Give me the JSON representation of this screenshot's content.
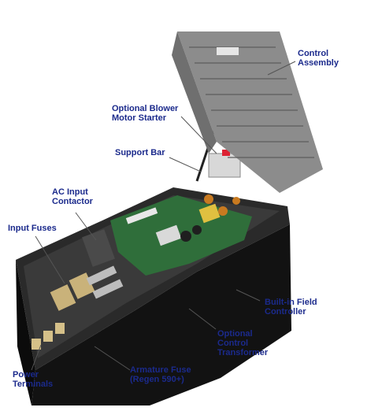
{
  "labels": {
    "control_assembly": [
      "Control",
      "Assembly"
    ],
    "optional_blower_motor_starter": [
      "Optional Blower",
      "Motor Starter"
    ],
    "support_bar": [
      "Support Bar"
    ],
    "ac_input_contactor": [
      "AC Input",
      "Contactor"
    ],
    "input_fuses": [
      "Input Fuses"
    ],
    "built_in_field_controller": [
      "Built-in Field",
      "Controller"
    ],
    "optional_control_transformer": [
      "Optional",
      "Control",
      "Transformer"
    ],
    "power_terminals": [
      "Power",
      "Terminals"
    ],
    "armature_fuse": [
      "Armature Fuse",
      "(Regen 590+)"
    ]
  },
  "colors": {
    "label_text": "#1b2a8c",
    "leader_line": "#555555",
    "chassis": "#161616",
    "heatsink": "#9a9a9a",
    "pcb": "#2f6e3a"
  }
}
